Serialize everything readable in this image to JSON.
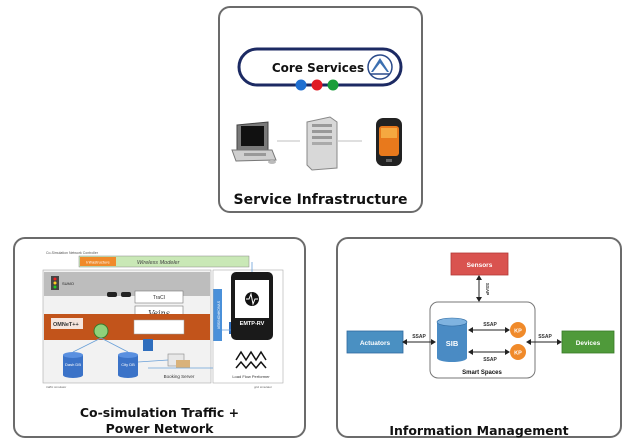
{
  "service_infrastructure": {
    "title": "Service Infrastructure",
    "core_services_label": "Core Services",
    "dot_colors": [
      "#1f6fd1",
      "#e01b24",
      "#1a9e3a"
    ],
    "devices": [
      "desktop-computer",
      "server-tower",
      "smartphone"
    ]
  },
  "cosim": {
    "title_line1": "Co-simulation Traffic +",
    "title_line2": "Power Network",
    "header_small": "Co-Simulation Network Controller",
    "wireless_modeler_tag": "Infrastructure",
    "wireless_modeler_label": "Wireless Modeler",
    "sumo_label": "SUMO",
    "traci_label": "TraCI",
    "veins_label": "Veins",
    "omnet_label": "OMNeT++",
    "emtp_label": "EMTP-RV",
    "side_bar_text": "SYNCHRONISER",
    "dash_db_label": "Dash DB",
    "city_db_label": "City DB",
    "booking_server_label": "Booking Server",
    "load_flow_label": "Load Flow Performer",
    "footer_left": "traffic simulator",
    "footer_right": "grid simulator"
  },
  "info_management": {
    "title": "Information Management",
    "sensors_label": "Sensors",
    "actuators_label": "Actuators",
    "devices_label": "Devices",
    "sib_label": "SIB",
    "smart_spaces_label": "Smart Spaces",
    "kp_label": "KP",
    "ssap_label": "SSAP",
    "colors": {
      "sensors": "#d9534f",
      "actuators": "#4a90c2",
      "devices": "#4f9a3a",
      "sib": "#4a8bc4"
    }
  }
}
